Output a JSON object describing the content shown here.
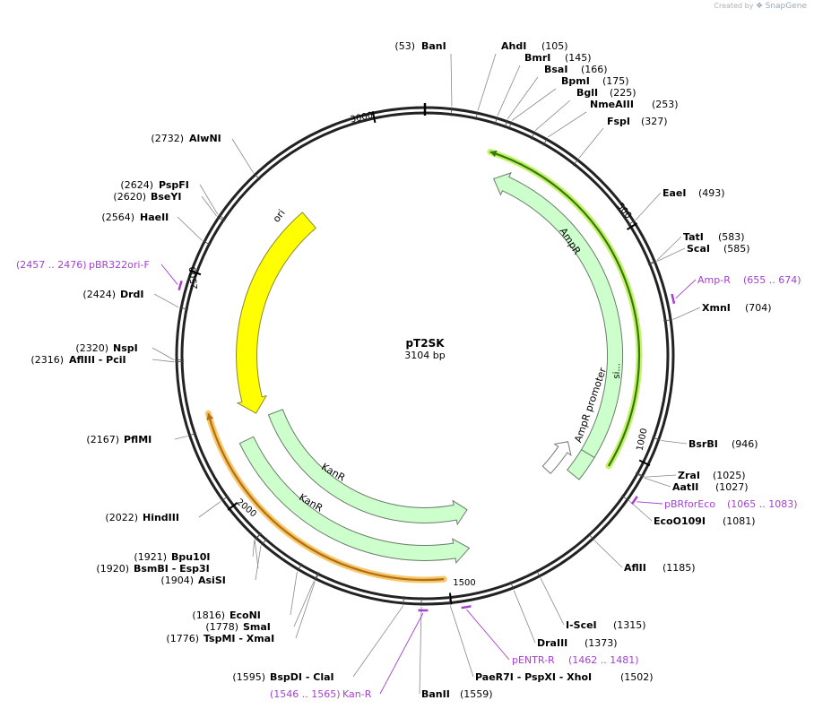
{
  "credit": {
    "prefix": "Created by",
    "brand": "SnapGene"
  },
  "plasmid": {
    "name": "pT2SK",
    "length_label": "3104 bp",
    "total_bp": 3104
  },
  "ticks": [
    {
      "bp": 500,
      "label": "500"
    },
    {
      "bp": 1000,
      "label": "1000"
    },
    {
      "bp": 1500,
      "label": "1500"
    },
    {
      "bp": 2000,
      "label": "2000"
    },
    {
      "bp": 2500,
      "label": "2500"
    },
    {
      "bp": 3000,
      "label": "3000"
    }
  ],
  "features": [
    {
      "name": "AmpR",
      "label": "AmpR",
      "start": 183,
      "end": 1043,
      "strand": -1,
      "type": "cds"
    },
    {
      "name": "AmpR promoter",
      "label": "AmpR promoter",
      "start": 1043,
      "end": 1148,
      "strand": -1,
      "type": "promoter"
    },
    {
      "name": "signal sequence",
      "label": "si...",
      "start": 1043,
      "end": 1110,
      "strand": -1,
      "type": "signal"
    },
    {
      "name": "ori",
      "label": "ori",
      "start": 2166,
      "end": 2755,
      "strand": -1,
      "type": "ori"
    },
    {
      "name": "KanR upper",
      "label": "KanR",
      "start": 1420,
      "end": 2150,
      "strand": -1,
      "type": "cds"
    },
    {
      "name": "KanR lower",
      "label": "KanR",
      "start": 1440,
      "end": 2110,
      "strand": -1,
      "type": "cds"
    }
  ],
  "fragments": [
    {
      "name": "green-fragment",
      "start": 153,
      "end": 1043,
      "strand": -1,
      "color": "#2f7d10",
      "glow": "#c8ef6a"
    },
    {
      "name": "orange-fragment",
      "start": 1510,
      "end": 2200,
      "strand": 1,
      "color": "#b46e16",
      "glow": "#f7c86a"
    }
  ],
  "enzymes": [
    {
      "name": "BanI",
      "pos": "(53)"
    },
    {
      "name": "AhdI",
      "pos": "(105)"
    },
    {
      "name": "BmrI",
      "pos": "(145)"
    },
    {
      "name": "BsaI",
      "pos": "(166)"
    },
    {
      "name": "BpmI",
      "pos": "(175)"
    },
    {
      "name": "BglI",
      "pos": "(225)"
    },
    {
      "name": "NmeAIII",
      "pos": "(253)"
    },
    {
      "name": "FspI",
      "pos": "(327)"
    },
    {
      "name": "EaeI",
      "pos": "(493)"
    },
    {
      "name": "TatI",
      "pos": "(583)"
    },
    {
      "name": "ScaI",
      "pos": "(585)"
    },
    {
      "name": "XmnI",
      "pos": "(704)"
    },
    {
      "name": "BsrBI",
      "pos": "(946)"
    },
    {
      "name": "ZraI",
      "pos": "(1025)"
    },
    {
      "name": "AatII",
      "pos": "(1027)"
    },
    {
      "name": "EcoO109I",
      "pos": "(1081)"
    },
    {
      "name": "AflII",
      "pos": "(1185)"
    },
    {
      "name": "I-SceI",
      "pos": "(1315)"
    },
    {
      "name": "DraIII",
      "pos": "(1373)"
    },
    {
      "name": "PaeR7I - PspXI - XhoI",
      "pos": "(1502)"
    },
    {
      "name": "BanII",
      "pos": "(1559)"
    },
    {
      "name": "BspDI - ClaI",
      "pos": "(1595)"
    },
    {
      "name": "TspMI - XmaI",
      "pos": "(1776)"
    },
    {
      "name": "SmaI",
      "pos": "(1778)"
    },
    {
      "name": "EcoNI",
      "pos": "(1816)"
    },
    {
      "name": "AsiSI",
      "pos": "(1904)"
    },
    {
      "name": "BsmBI - Esp3I",
      "pos": "(1920)"
    },
    {
      "name": "Bpu10I",
      "pos": "(1921)"
    },
    {
      "name": "HindIII",
      "pos": "(2022)"
    },
    {
      "name": "PflMI",
      "pos": "(2167)"
    },
    {
      "name": "AflIII - PciI",
      "pos": "(2316)"
    },
    {
      "name": "NspI",
      "pos": "(2320)"
    },
    {
      "name": "DrdI",
      "pos": "(2424)"
    },
    {
      "name": "HaeII",
      "pos": "(2564)"
    },
    {
      "name": "BseYI",
      "pos": "(2620)"
    },
    {
      "name": "PspFI",
      "pos": "(2624)"
    },
    {
      "name": "AlwNI",
      "pos": "(2732)"
    }
  ],
  "primers": [
    {
      "name": "Amp-R",
      "range": "(655 .. 674)"
    },
    {
      "name": "pBRforEco",
      "range": "(1065 .. 1083)"
    },
    {
      "name": "pENTR-R",
      "range": "(1462 .. 1481)"
    },
    {
      "name": "Kan-R",
      "range": "(1546 .. 1565)"
    },
    {
      "name": "pBR322ori-F",
      "range": "(2457 .. 2476)"
    }
  ],
  "colors": {
    "backbone": "#222222",
    "feature_fill": "#ccffcc",
    "ori_fill": "#ffff00",
    "primer": "#a43fd1"
  }
}
